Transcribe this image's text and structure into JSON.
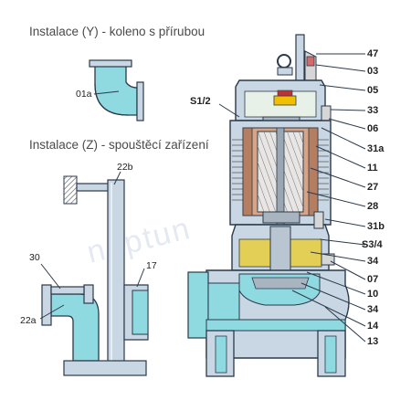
{
  "titles": {
    "installation_y": "Instalace (Y) - koleno s přírubou",
    "installation_z": "Instalace (Z) - spouštěcí zařízení"
  },
  "watermark": "neptun",
  "labels": {
    "l_01a": "01a",
    "l_22b": "22b",
    "l_30": "30",
    "l_22a": "22a",
    "l_17": "17",
    "l_s12": "S1/2",
    "l_47": "47",
    "l_03": "03",
    "l_05": "05",
    "l_33": "33",
    "l_06": "06",
    "l_31a": "31a",
    "l_11": "11",
    "l_27": "27",
    "l_28": "28",
    "l_31b": "31b",
    "l_s34": "S3/4",
    "l_34a": "34",
    "l_07": "07",
    "l_10": "10",
    "l_34b": "34",
    "l_14": "14",
    "l_13": "13"
  },
  "colors": {
    "water": "#8fd9e0",
    "body": "#c9d6e3",
    "outline": "#2b3a4a",
    "oil": "#e3cf55",
    "motor": "#d8a487",
    "text": "#222222"
  }
}
